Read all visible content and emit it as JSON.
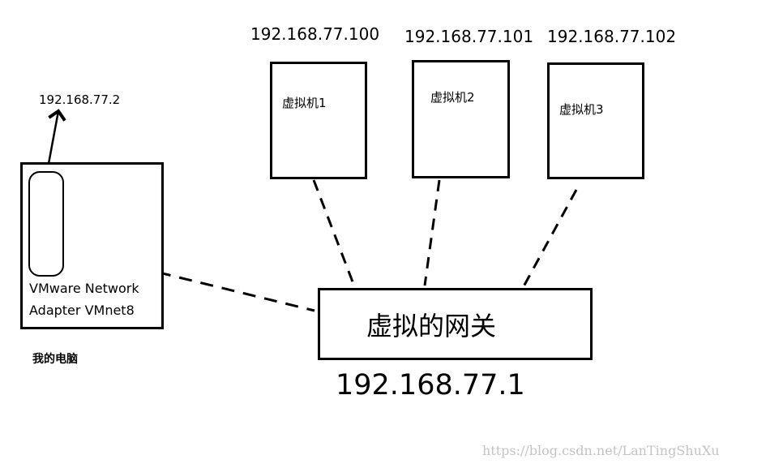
{
  "pc": {
    "uplink_ip": "192.168.77.2",
    "adapter_line1": "VMware Network",
    "adapter_line2": "Adapter VMnet8",
    "caption": "我的电脑"
  },
  "vms": [
    {
      "ip": "192.168.77.100",
      "label": "虚拟机1"
    },
    {
      "ip": "192.168.77.101",
      "label": "虚拟机2"
    },
    {
      "ip": "192.168.77.102",
      "label": "虚拟机3"
    }
  ],
  "gateway": {
    "label": "虚拟的网关",
    "ip": "192.168.77.1"
  },
  "watermark": "https://blog.csdn.net/LanTingShuXu"
}
